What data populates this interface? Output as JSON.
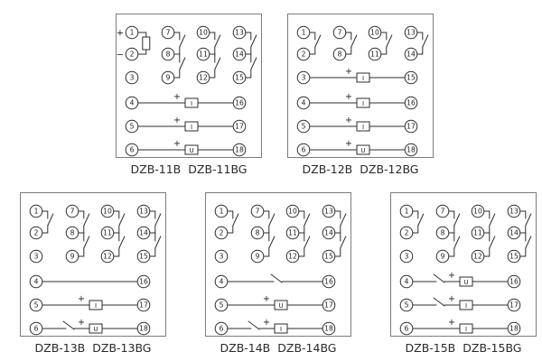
{
  "colors": {
    "ink": "#2e2e2e",
    "background": "#ffffff",
    "frame": "#7d7d7d"
  },
  "diagrams": [
    {
      "id": "dzb-11b",
      "label_left": "DZB-11B",
      "label_right": "DZB-11BG",
      "terminals": [
        1,
        2,
        3,
        4,
        5,
        6,
        7,
        8,
        9,
        10,
        11,
        12,
        13,
        14,
        15,
        16,
        17,
        18
      ],
      "polarity_marks": [
        {
          "terminal": 1,
          "sign": "+"
        },
        {
          "terminal": 2,
          "sign": "−"
        }
      ],
      "operating_coil_between": [
        1,
        2
      ],
      "contacts": [
        [
          7,
          8
        ],
        [
          8,
          9
        ],
        [
          10,
          11
        ],
        [
          11,
          12
        ],
        [
          13,
          14
        ],
        [
          14,
          15
        ]
      ],
      "circuits": [
        {
          "from": 4,
          "to": 16,
          "contact": false,
          "plus": "+",
          "coil": "I"
        },
        {
          "from": 5,
          "to": 17,
          "contact": false,
          "plus": "+",
          "coil": "I"
        },
        {
          "from": 6,
          "to": 18,
          "contact": false,
          "plus": "+",
          "coil": "U"
        }
      ]
    },
    {
      "id": "dzb-12b",
      "label_left": "DZB-12B",
      "label_right": "DZB-12BG",
      "terminals": [
        1,
        2,
        3,
        4,
        5,
        6,
        7,
        8,
        10,
        11,
        13,
        14,
        15,
        16,
        17,
        18
      ],
      "polarity_marks": [],
      "operating_coil_between": null,
      "contacts": [
        [
          1,
          2
        ],
        [
          7,
          8
        ],
        [
          10,
          11
        ],
        [
          13,
          14
        ]
      ],
      "circuits": [
        {
          "from": 3,
          "to": 15,
          "contact": false,
          "plus": "+",
          "coil": "I"
        },
        {
          "from": 4,
          "to": 16,
          "contact": false,
          "plus": "+",
          "coil": "I"
        },
        {
          "from": 5,
          "to": 17,
          "contact": false,
          "plus": "+",
          "coil": "I"
        },
        {
          "from": 6,
          "to": 18,
          "contact": false,
          "plus": "+",
          "coil": "U"
        }
      ]
    },
    {
      "id": "dzb-13b",
      "label_left": "DZB-13B",
      "label_right": "DZB-13BG",
      "terminals": [
        1,
        2,
        3,
        4,
        5,
        6,
        7,
        8,
        9,
        10,
        11,
        12,
        13,
        14,
        15,
        16,
        17,
        18
      ],
      "polarity_marks": [],
      "operating_coil_between": null,
      "contacts": [
        [
          1,
          2
        ],
        [
          7,
          8
        ],
        [
          8,
          9
        ],
        [
          10,
          11
        ],
        [
          11,
          12
        ],
        [
          13,
          14
        ],
        [
          14,
          15
        ]
      ],
      "circuits": [
        {
          "from": 4,
          "to": 16,
          "contact": false,
          "plus": null,
          "coil": null
        },
        {
          "from": 5,
          "to": 17,
          "contact": false,
          "plus": "+",
          "coil": "I"
        },
        {
          "from": 6,
          "to": 18,
          "contact": true,
          "plus": "+",
          "coil": "U"
        }
      ]
    },
    {
      "id": "dzb-14b",
      "label_left": "DZB-14B",
      "label_right": "DZB-14BG",
      "terminals": [
        1,
        2,
        3,
        4,
        5,
        6,
        7,
        8,
        9,
        10,
        11,
        12,
        13,
        14,
        15,
        16,
        17,
        18
      ],
      "polarity_marks": [],
      "operating_coil_between": null,
      "contacts": [
        [
          1,
          2
        ],
        [
          7,
          8
        ],
        [
          8,
          9
        ],
        [
          10,
          11
        ],
        [
          11,
          12
        ],
        [
          13,
          14
        ],
        [
          14,
          15
        ]
      ],
      "circuits": [
        {
          "from": 4,
          "to": 16,
          "contact": true,
          "plus": null,
          "coil": null
        },
        {
          "from": 5,
          "to": 17,
          "contact": false,
          "plus": "+",
          "coil": "U"
        },
        {
          "from": 6,
          "to": 18,
          "contact": true,
          "plus": "+",
          "coil": "I"
        }
      ]
    },
    {
      "id": "dzb-15b",
      "label_left": "DZB-15B",
      "label_right": "DZB-15BG",
      "terminals": [
        1,
        2,
        3,
        4,
        5,
        6,
        7,
        8,
        9,
        10,
        11,
        12,
        13,
        14,
        15,
        16,
        17,
        18
      ],
      "polarity_marks": [],
      "operating_coil_between": null,
      "contacts": [
        [
          1,
          2
        ],
        [
          7,
          8
        ],
        [
          8,
          9
        ],
        [
          10,
          11
        ],
        [
          11,
          12
        ],
        [
          13,
          14
        ],
        [
          14,
          15
        ]
      ],
      "circuits": [
        {
          "from": 4,
          "to": 16,
          "contact": true,
          "plus": "+",
          "coil": "U"
        },
        {
          "from": 5,
          "to": 17,
          "contact": true,
          "plus": "+",
          "coil": "I"
        },
        {
          "from": 6,
          "to": 18,
          "contact": false,
          "plus": "+",
          "coil": "I"
        }
      ]
    }
  ]
}
